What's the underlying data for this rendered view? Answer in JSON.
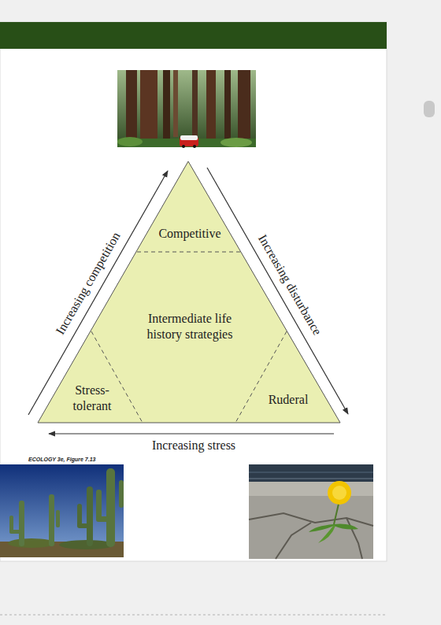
{
  "diagram": {
    "nodes": [
      {
        "text": [
          "Competitive"
        ]
      },
      {
        "text": [
          "Intermediate life history strategies"
        ]
      },
      {
        "text": [
          "Stress-tolerant"
        ]
      },
      {
        "text": [
          "Ruderal"
        ]
      }
    ],
    "labels": [
      "Increasing competition",
      "Increasing disturbance",
      "Increasing stress",
      "ECOLOGY 3e, Figure 7.13"
    ]
  }
}
